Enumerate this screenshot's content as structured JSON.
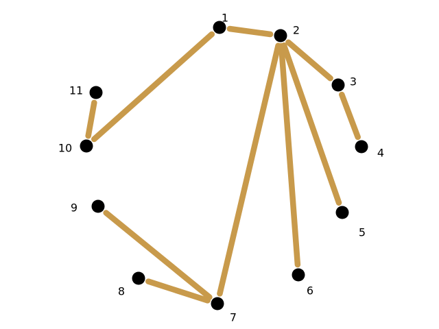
{
  "colors": {
    "edge": "#c89a4b",
    "node": "#000000",
    "background": "#ffffff"
  },
  "nodes": [
    {
      "id": "1",
      "label": "1"
    },
    {
      "id": "2",
      "label": "2"
    },
    {
      "id": "3",
      "label": "3"
    },
    {
      "id": "4",
      "label": "4"
    },
    {
      "id": "5",
      "label": "5"
    },
    {
      "id": "6",
      "label": "6"
    },
    {
      "id": "7",
      "label": "7"
    },
    {
      "id": "8",
      "label": "8"
    },
    {
      "id": "9",
      "label": "9"
    },
    {
      "id": "10",
      "label": "10"
    },
    {
      "id": "11",
      "label": "11"
    }
  ],
  "edges": [
    {
      "from": "1",
      "to": "2"
    },
    {
      "from": "1",
      "to": "10"
    },
    {
      "from": "2",
      "to": "3"
    },
    {
      "from": "3",
      "to": "4"
    },
    {
      "from": "2",
      "to": "5"
    },
    {
      "from": "2",
      "to": "6"
    },
    {
      "from": "2",
      "to": "7"
    },
    {
      "from": "10",
      "to": "11"
    },
    {
      "from": "9",
      "to": "7"
    },
    {
      "from": "8",
      "to": "7"
    }
  ]
}
